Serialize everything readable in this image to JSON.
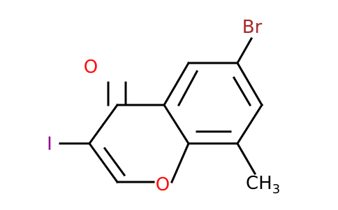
{
  "molecule": {
    "atoms": {
      "carbonyl_oxygen": {
        "symbol": "O",
        "color": "#ff0d0d"
      },
      "ring_oxygen": {
        "symbol": "O",
        "color": "#ff0d0d"
      },
      "iodine": {
        "symbol": "I",
        "color": "#940094"
      },
      "bromine": {
        "symbol": "Br",
        "color": "#a62929"
      },
      "methyl": {
        "symbol": "CH",
        "subscript": "3",
        "color": "#000000"
      }
    },
    "bond_color": "#000000"
  }
}
